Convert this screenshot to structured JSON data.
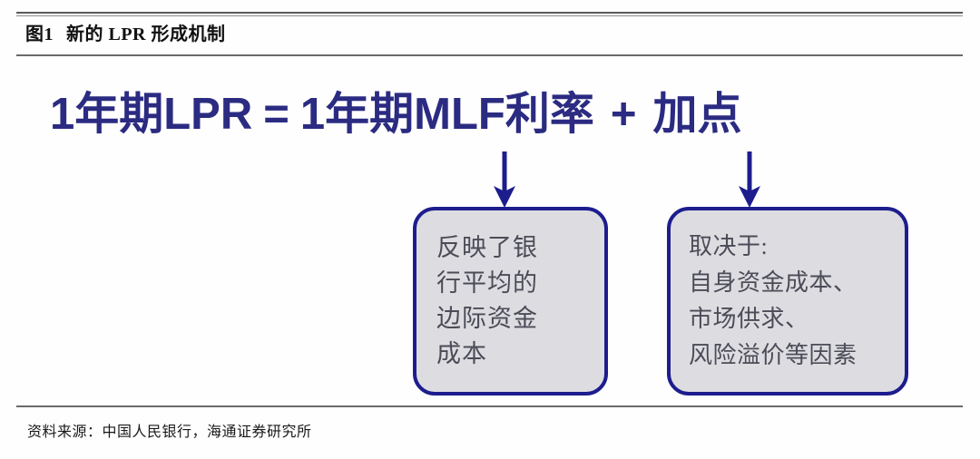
{
  "figure": {
    "number": "图1",
    "title": "新的 LPR 形成机制"
  },
  "formula": {
    "left_term": "1年期LPR",
    "equals": "=",
    "mid_term": "1年期MLF利率",
    "plus": "+",
    "right_term": "加点",
    "full_text": "1年期LPR = 1年期MLF利率 + 加点",
    "color": "#2b2b82"
  },
  "arrows": [
    {
      "name": "arrow-to-mlf-note",
      "direction": "down",
      "color": "#1d1d8e"
    },
    {
      "name": "arrow-to-spread-note",
      "direction": "down",
      "color": "#1d1d8e"
    }
  ],
  "notes": [
    {
      "id": "mlf-note",
      "text": "反映了银\n行平均的\n边际资金\n成本",
      "border_color": "#1d1d8e",
      "fill_color": "#dddde1",
      "text_color": "#4c4c58"
    },
    {
      "id": "spread-note",
      "text": "取决于:\n自身资金成本、\n市场供求、\n风险溢价等因素",
      "border_color": "#1d1d8e",
      "fill_color": "#dddde1",
      "text_color": "#4c4c58"
    }
  ],
  "source": {
    "label": "资料来源：",
    "text": "资料来源：中国人民银行，海通证券研究所"
  }
}
